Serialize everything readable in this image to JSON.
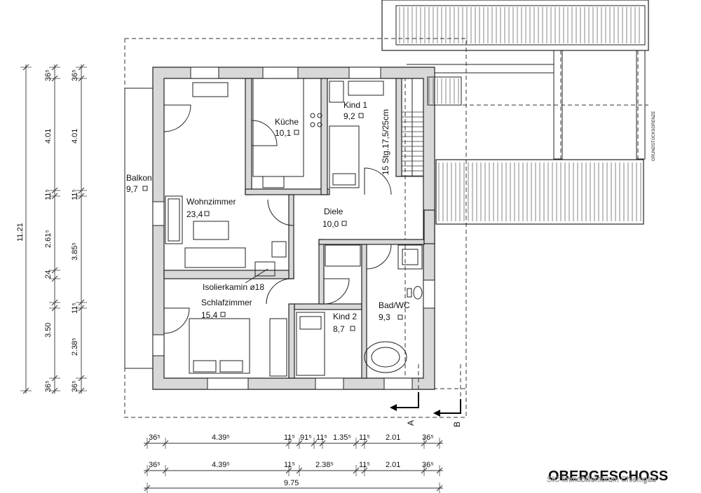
{
  "rooms": {
    "kueche": {
      "name": "Küche",
      "area": "10,1"
    },
    "kind1": {
      "name": "Kind 1",
      "area": "9,2"
    },
    "balkon": {
      "name": "Balkon",
      "area": "9,7"
    },
    "wohnzimmer": {
      "name": "Wohnzimmer",
      "area": "23,4"
    },
    "diele": {
      "name": "Diele",
      "area": "10,0"
    },
    "isolierkamin": {
      "name": "Isolierkamin ø18"
    },
    "schlafzimmer": {
      "name": "Schlafzimmer",
      "area": "15,4"
    },
    "kind2": {
      "name": "Kind 2",
      "area": "8,7"
    },
    "bad": {
      "name": "Bad/WC",
      "area": "9,3"
    }
  },
  "stairs": "15 Stg.17,5/25cm",
  "grenze": "GRUNDSTÜCKSGRENZE",
  "sections": {
    "a": "A",
    "b": "B"
  },
  "dimensions": {
    "bottom_row1": [
      "36⁵",
      "4.39⁵",
      "11⁵",
      "91⁵",
      "11⁵",
      "1.35⁵",
      "11⁵",
      "2.01",
      "36⁵"
    ],
    "bottom_row2": [
      "36⁵",
      "4.39⁵",
      "11⁵",
      "2.38⁵",
      "11⁵",
      "2.01",
      "36⁵"
    ],
    "bottom_total": "9.75",
    "left_total": "11.21",
    "left_col2": [
      "36⁵",
      "3.50",
      "24",
      "2.61⁵",
      "11⁵",
      "4.01",
      "36⁵"
    ],
    "left_col3": [
      "36⁵",
      "2.38⁵",
      "11⁵",
      "3.85⁵",
      "11⁵",
      "4.01",
      "36⁵"
    ]
  },
  "title": "OBERGESCHOSS",
  "credit": "SIC Immobilienforum Chiemgau"
}
